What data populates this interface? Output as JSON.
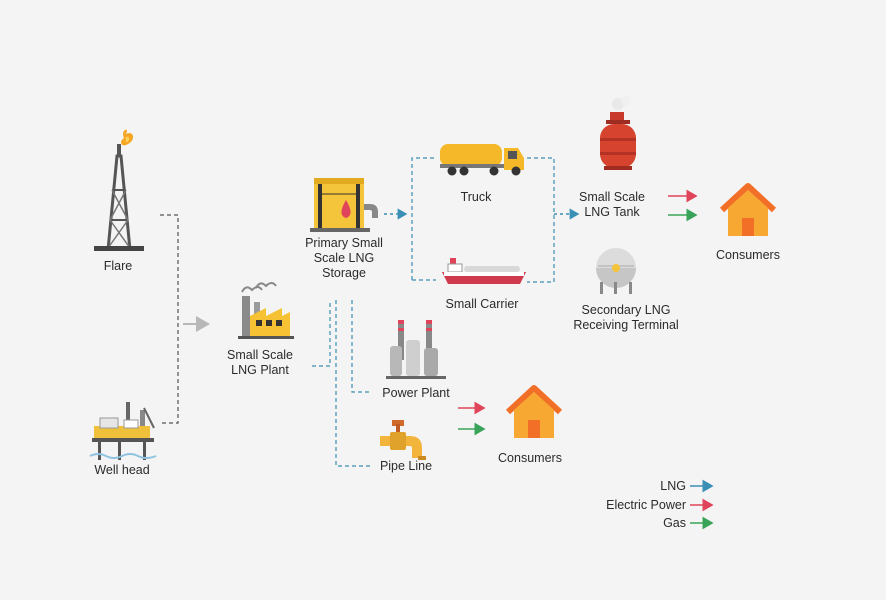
{
  "nodes": {
    "flare": "Flare",
    "well_head": "Well head",
    "plant": "Small Scale\nLNG Plant",
    "storage": "Primary Small\nScale LNG\nStorage",
    "truck": "Truck",
    "carrier": "Small Carrier",
    "power_plant": "Power Plant",
    "pipe_line": "Pipe Line",
    "lng_tank": "Small Scale\nLNG Tank",
    "terminal": "Secondary LNG\nReceiving Terminal",
    "consumers_top": "Consumers",
    "consumers_bottom": "Consumers"
  },
  "legend": [
    {
      "label": "LNG",
      "color": "#3a8fb5"
    },
    {
      "label": "Electric Power",
      "color": "#e0445a"
    },
    {
      "label": "Gas",
      "color": "#3aa35a"
    }
  ],
  "colors": {
    "lng": "#3a8fb5",
    "power": "#e0445a",
    "gas": "#3aa35a",
    "gray_arrow": "#b8b8b8"
  },
  "icons": [
    "flare-icon",
    "well-head-icon",
    "factory-icon",
    "storage-tank-icon",
    "truck-icon",
    "ship-icon",
    "power-plant-icon",
    "pipe-icon",
    "gas-cylinder-icon",
    "spherical-tank-icon",
    "house-icon"
  ]
}
